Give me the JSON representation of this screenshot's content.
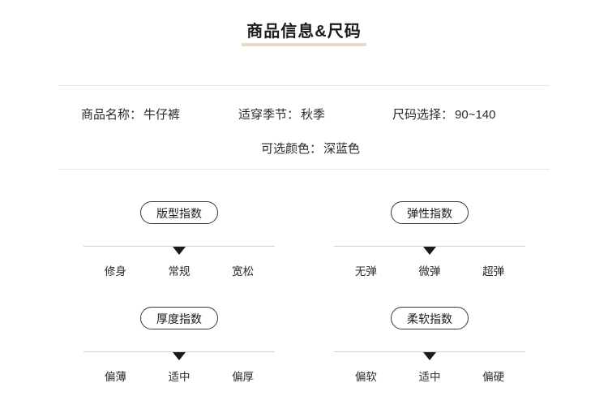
{
  "title": "商品信息&尺码",
  "info": {
    "rows": [
      [
        {
          "label": "商品名称：",
          "value": "牛仔裤"
        },
        {
          "label": "适穿季节：",
          "value": "秋季"
        },
        {
          "label": "尺码选择：",
          "value": "90~140"
        }
      ],
      [
        {
          "label": "可选颜色：",
          "value": "深蓝色"
        }
      ]
    ]
  },
  "indices": [
    {
      "name": "版型指数",
      "options": [
        "修身",
        "常规",
        "宽松"
      ],
      "selected_index": 1
    },
    {
      "name": "弹性指数",
      "options": [
        "无弹",
        "微弹",
        "超弹"
      ],
      "selected_index": 1
    },
    {
      "name": "厚度指数",
      "options": [
        "偏薄",
        "适中",
        "偏厚"
      ],
      "selected_index": 1
    },
    {
      "name": "柔软指数",
      "options": [
        "偏软",
        "适中",
        "偏硬"
      ],
      "selected_index": 1
    }
  ],
  "colors": {
    "title_underline": "#e8d9c2",
    "divider": "#e6e6e6",
    "marker": "#1b1b1b"
  }
}
